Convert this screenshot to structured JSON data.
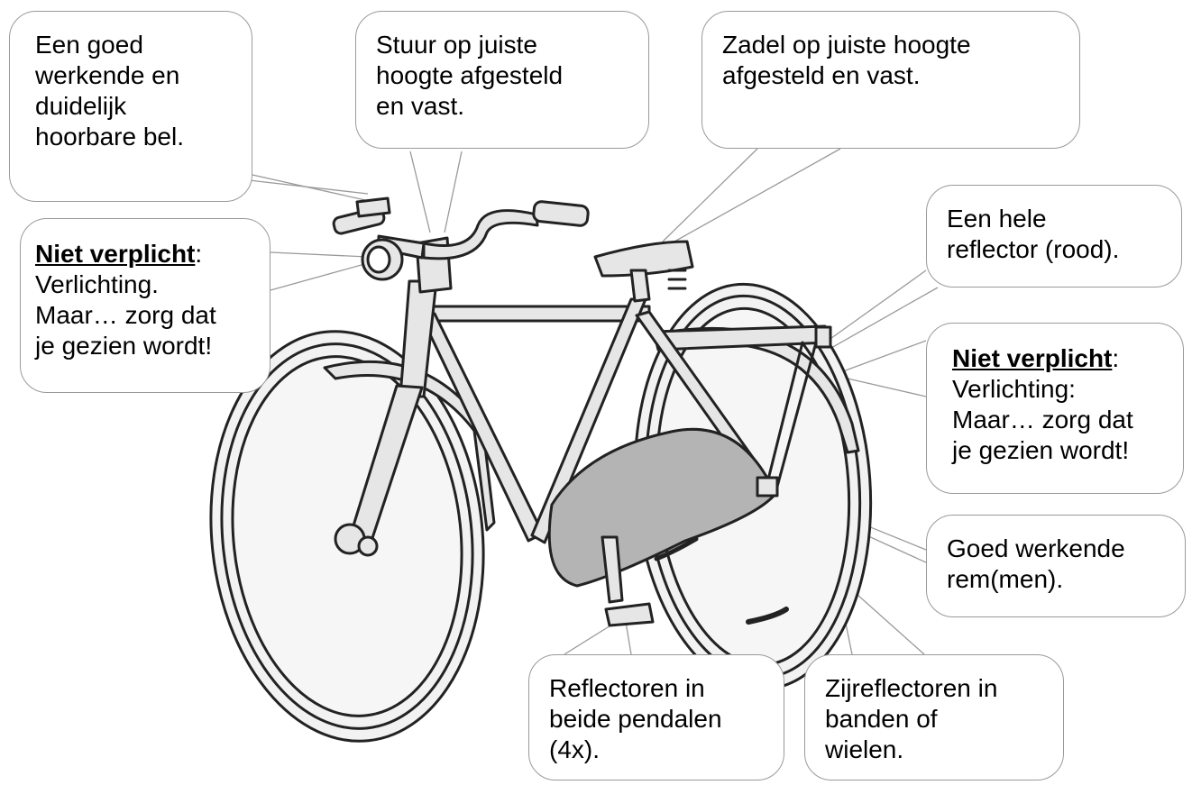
{
  "callouts": {
    "bell": {
      "lines": [
        "Een goed",
        "werkende en",
        "duidelijk",
        "hoorbare bel."
      ]
    },
    "stuur": {
      "lines": [
        "Stuur op juiste",
        "hoogte afgesteld",
        "en vast."
      ]
    },
    "zadel": {
      "lines": [
        "Zadel op juiste hoogte",
        "afgesteld en vast."
      ]
    },
    "light_left": {
      "emph": "Niet verplicht",
      "emph_suffix": ":",
      "lines": [
        "Verlichting.",
        "Maar… zorg dat",
        "je gezien wordt!"
      ]
    },
    "reflector": {
      "lines": [
        "Een hele",
        "reflector (rood)."
      ]
    },
    "light_right": {
      "emph": "Niet verplicht",
      "emph_suffix": ":",
      "lines": [
        "Verlichting:",
        "Maar… zorg dat",
        "je gezien wordt!"
      ]
    },
    "rem": {
      "lines": [
        "Goed werkende",
        "rem(men)."
      ]
    },
    "pedal": {
      "lines": [
        "Reflectoren in",
        "beide pendalen",
        "(4x)."
      ]
    },
    "zij": {
      "lines": [
        "Zijreflectoren in",
        "banden of",
        "wielen."
      ]
    }
  },
  "colors": {
    "frame_fill": "#e6e6e6",
    "chainguard_fill": "#b4b4b4",
    "line": "#222222",
    "callout_border": "#9a9a9a"
  }
}
